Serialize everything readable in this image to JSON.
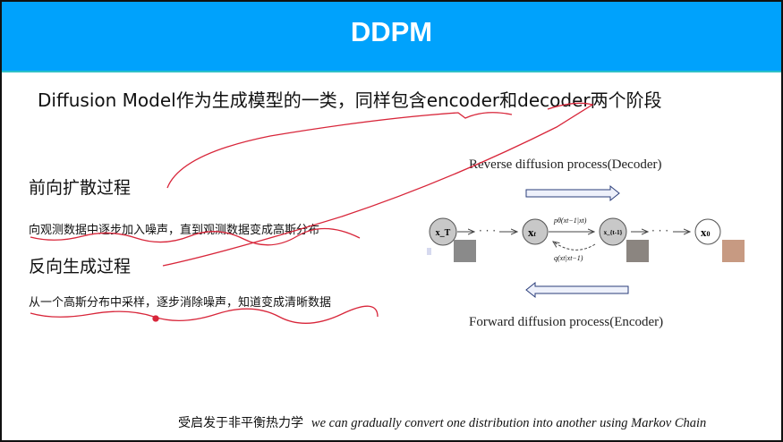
{
  "title": "DDPM",
  "intro": "Diffusion Model作为生成模型的一类，同样包含encoder和decoder两个阶段",
  "forward": {
    "heading": "前向扩散过程",
    "desc": "向观测数据中逐步加入噪声，直到观测数据变成高斯分布"
  },
  "reverse": {
    "heading": "反向生成过程",
    "desc": "从一个高斯分布中采样，逐步消除噪声，知道变成清晰数据"
  },
  "diagram": {
    "top_label": "Reverse diffusion process(Decoder)",
    "bottom_label": "Forward diffusion process(Encoder)",
    "nodes": [
      "x_T",
      "x_t",
      "x_{t-1}",
      "x_0"
    ],
    "p_label": "pθ(xt−1|xt)",
    "q_label": "q(xt|xt−1)"
  },
  "caption": {
    "cn": "受启发于非平衡热力学",
    "en": "we can gradually convert one distribution into another using Markov Chain"
  },
  "colors": {
    "header": "#00a2fc",
    "annotation": "#d8263a"
  }
}
